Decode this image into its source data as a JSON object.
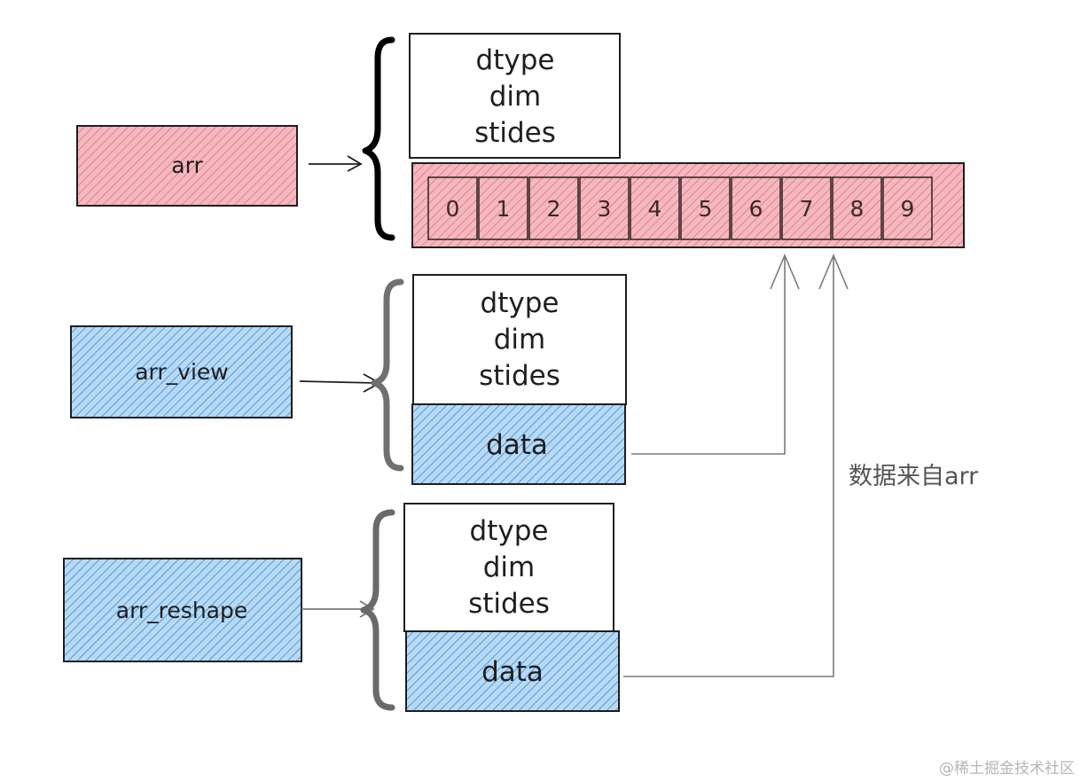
{
  "colors": {
    "red_fill": "#f4b8bf",
    "red_hatch": "#e5707f",
    "blue_fill": "#b9d9f3",
    "blue_hatch": "#2e8ee0",
    "ink": "#1e1e1e",
    "brace_black": "#000000",
    "brace_gray": "#707070",
    "connector": "#7a7a7a"
  },
  "arr": {
    "label": "arr",
    "meta": [
      "dtype",
      "dim",
      "stides"
    ],
    "cells": [
      "0",
      "1",
      "2",
      "3",
      "4",
      "5",
      "6",
      "7",
      "8",
      "9"
    ]
  },
  "arr_view": {
    "label": "arr_view",
    "meta": [
      "dtype",
      "dim",
      "stides"
    ],
    "data_label": "data"
  },
  "arr_reshape": {
    "label": "arr_reshape",
    "meta": [
      "dtype",
      "dim",
      "stides"
    ],
    "data_label": "data"
  },
  "note": "数据来自arr",
  "watermark": "@稀土掘金技术社区"
}
